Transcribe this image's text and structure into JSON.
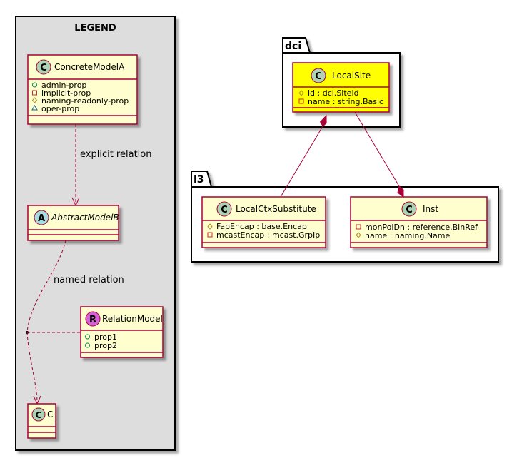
{
  "colors": {
    "legend_bg": "#DDDDDD",
    "class_fill": "#FEFECE",
    "highlight_fill": "#FFFF00",
    "border": "#A80036",
    "class_circle": "#ADD1B2",
    "abstract_circle": "#A9DCDF",
    "relation_circle": "#D462D4"
  },
  "legend": {
    "title": "LEGEND",
    "concrete_model": {
      "letter": "C",
      "name": "ConcreteModelA",
      "props": [
        {
          "vis": "+",
          "text": "admin-prop"
        },
        {
          "vis": "-",
          "text": "implicit-prop"
        },
        {
          "vis": "#",
          "text": "naming-readonly-prop"
        },
        {
          "vis": "~",
          "text": "oper-prop"
        }
      ]
    },
    "abstract_model": {
      "letter": "A",
      "name": "AbstractModelB"
    },
    "relation_model": {
      "letter": "R",
      "name": "RelationModel",
      "props": [
        {
          "vis": "+",
          "text": "prop1"
        },
        {
          "vis": "+",
          "text": "prop2"
        }
      ]
    },
    "c_class": {
      "letter": "C",
      "name": "C"
    },
    "explicit_relation_label": "explicit relation",
    "named_relation_label": "named relation"
  },
  "packages": {
    "dci": {
      "name": "dci",
      "local_site": {
        "letter": "C",
        "name": "LocalSite",
        "props": [
          {
            "vis": "#",
            "text": "id : dci.SiteId"
          },
          {
            "vis": "-",
            "text": "name : string.Basic"
          }
        ]
      }
    },
    "l3": {
      "name": "l3",
      "local_ctx_substitute": {
        "letter": "C",
        "name": "LocalCtxSubstitute",
        "props": [
          {
            "vis": "#",
            "text": "FabEncap : base.Encap"
          },
          {
            "vis": "-",
            "text": "mcastEncap : mcast.GrpIp"
          }
        ]
      },
      "inst": {
        "letter": "C",
        "name": "Inst",
        "props": [
          {
            "vis": "-",
            "text": "monPolDn : reference.BinRef"
          },
          {
            "vis": "#",
            "text": "name : naming.Name"
          }
        ]
      }
    }
  }
}
